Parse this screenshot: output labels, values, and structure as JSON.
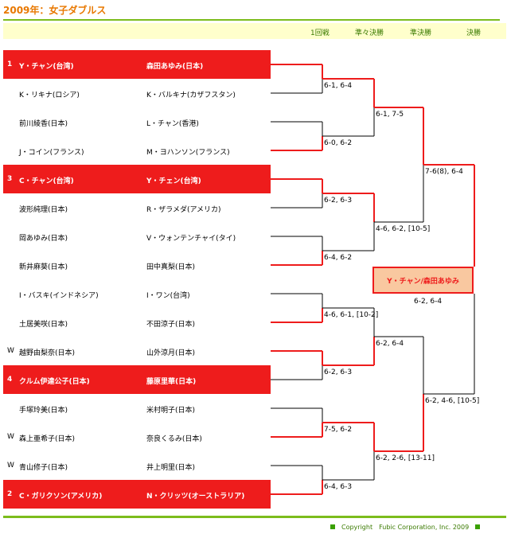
{
  "title": "2009年：女子ダブルス",
  "rounds": [
    "1回戦",
    "準々決勝",
    "準決勝",
    "決勝"
  ],
  "teams": [
    {
      "pre": "1",
      "p1": "Y・チャン(台湾)",
      "p2": "森田あゆみ(日本)",
      "seed": true
    },
    {
      "pre": "",
      "p1": "K・リキナ(ロシア)",
      "p2": "K・バルキナ(カザフスタン)",
      "seed": false
    },
    {
      "pre": "",
      "p1": "前川綾香(日本)",
      "p2": "L・チャン(香港)",
      "seed": false
    },
    {
      "pre": "",
      "p1": "J・コイン(フランス)",
      "p2": "M・ヨハンソン(フランス)",
      "seed": false
    },
    {
      "pre": "3",
      "p1": "C・チャン(台湾)",
      "p2": "Y・チェン(台湾)",
      "seed": true
    },
    {
      "pre": "",
      "p1": "波形純理(日本)",
      "p2": "R・ザラメダ(アメリカ)",
      "seed": false
    },
    {
      "pre": "",
      "p1": "岡あゆみ(日本)",
      "p2": "V・ウォンテンチャイ(タイ)",
      "seed": false
    },
    {
      "pre": "",
      "p1": "新井麻葵(日本)",
      "p2": "田中真梨(日本)",
      "seed": false
    },
    {
      "pre": "",
      "p1": "I・バスキ(インドネシア)",
      "p2": "I・ワン(台湾)",
      "seed": false
    },
    {
      "pre": "",
      "p1": "土居美咲(日本)",
      "p2": "不田涼子(日本)",
      "seed": false
    },
    {
      "pre": "W",
      "p1": "越野由梨奈(日本)",
      "p2": "山外涼月(日本)",
      "seed": false
    },
    {
      "pre": "4",
      "p1": "クルム伊達公子(日本)",
      "p2": "藤原里華(日本)",
      "seed": true
    },
    {
      "pre": "",
      "p1": "手塚玲美(日本)",
      "p2": "米村明子(日本)",
      "seed": false
    },
    {
      "pre": "W",
      "p1": "森上亜希子(日本)",
      "p2": "奈良くるみ(日本)",
      "seed": false
    },
    {
      "pre": "W",
      "p1": "青山修子(日本)",
      "p2": "井上明里(日本)",
      "seed": false
    },
    {
      "pre": "2",
      "p1": "C・ガリクソン(アメリカ)",
      "p2": "N・クリッツ(オーストラリア)",
      "seed": true
    }
  ],
  "scores": {
    "r1": [
      "6-1, 6-4",
      "6-0, 6-2",
      "6-2, 6-3",
      "6-4, 6-2",
      "4-6, 6-1, [10-2]",
      "6-2, 6-3",
      "7-5, 6-2",
      "6-4, 6-3"
    ],
    "qf": [
      "6-1, 7-5",
      "4-6, 6-2, [10-5]",
      "6-2, 6-4",
      "6-2, 2-6, [13-11]"
    ],
    "sf": [
      "7-6(8), 6-4",
      "6-2, 4-6, [10-5]"
    ],
    "final": "6-2, 6-4"
  },
  "champion": "Y・チャン/森田あゆみ",
  "colors": {
    "title": "#e87800",
    "accent": "#7cbc1c",
    "seed": "#ee1c1c",
    "champ_fill": "#f9c8a0",
    "header": "#ffffcc"
  },
  "footer": "Copyright　Fubic Corporation, Inc. 2009"
}
